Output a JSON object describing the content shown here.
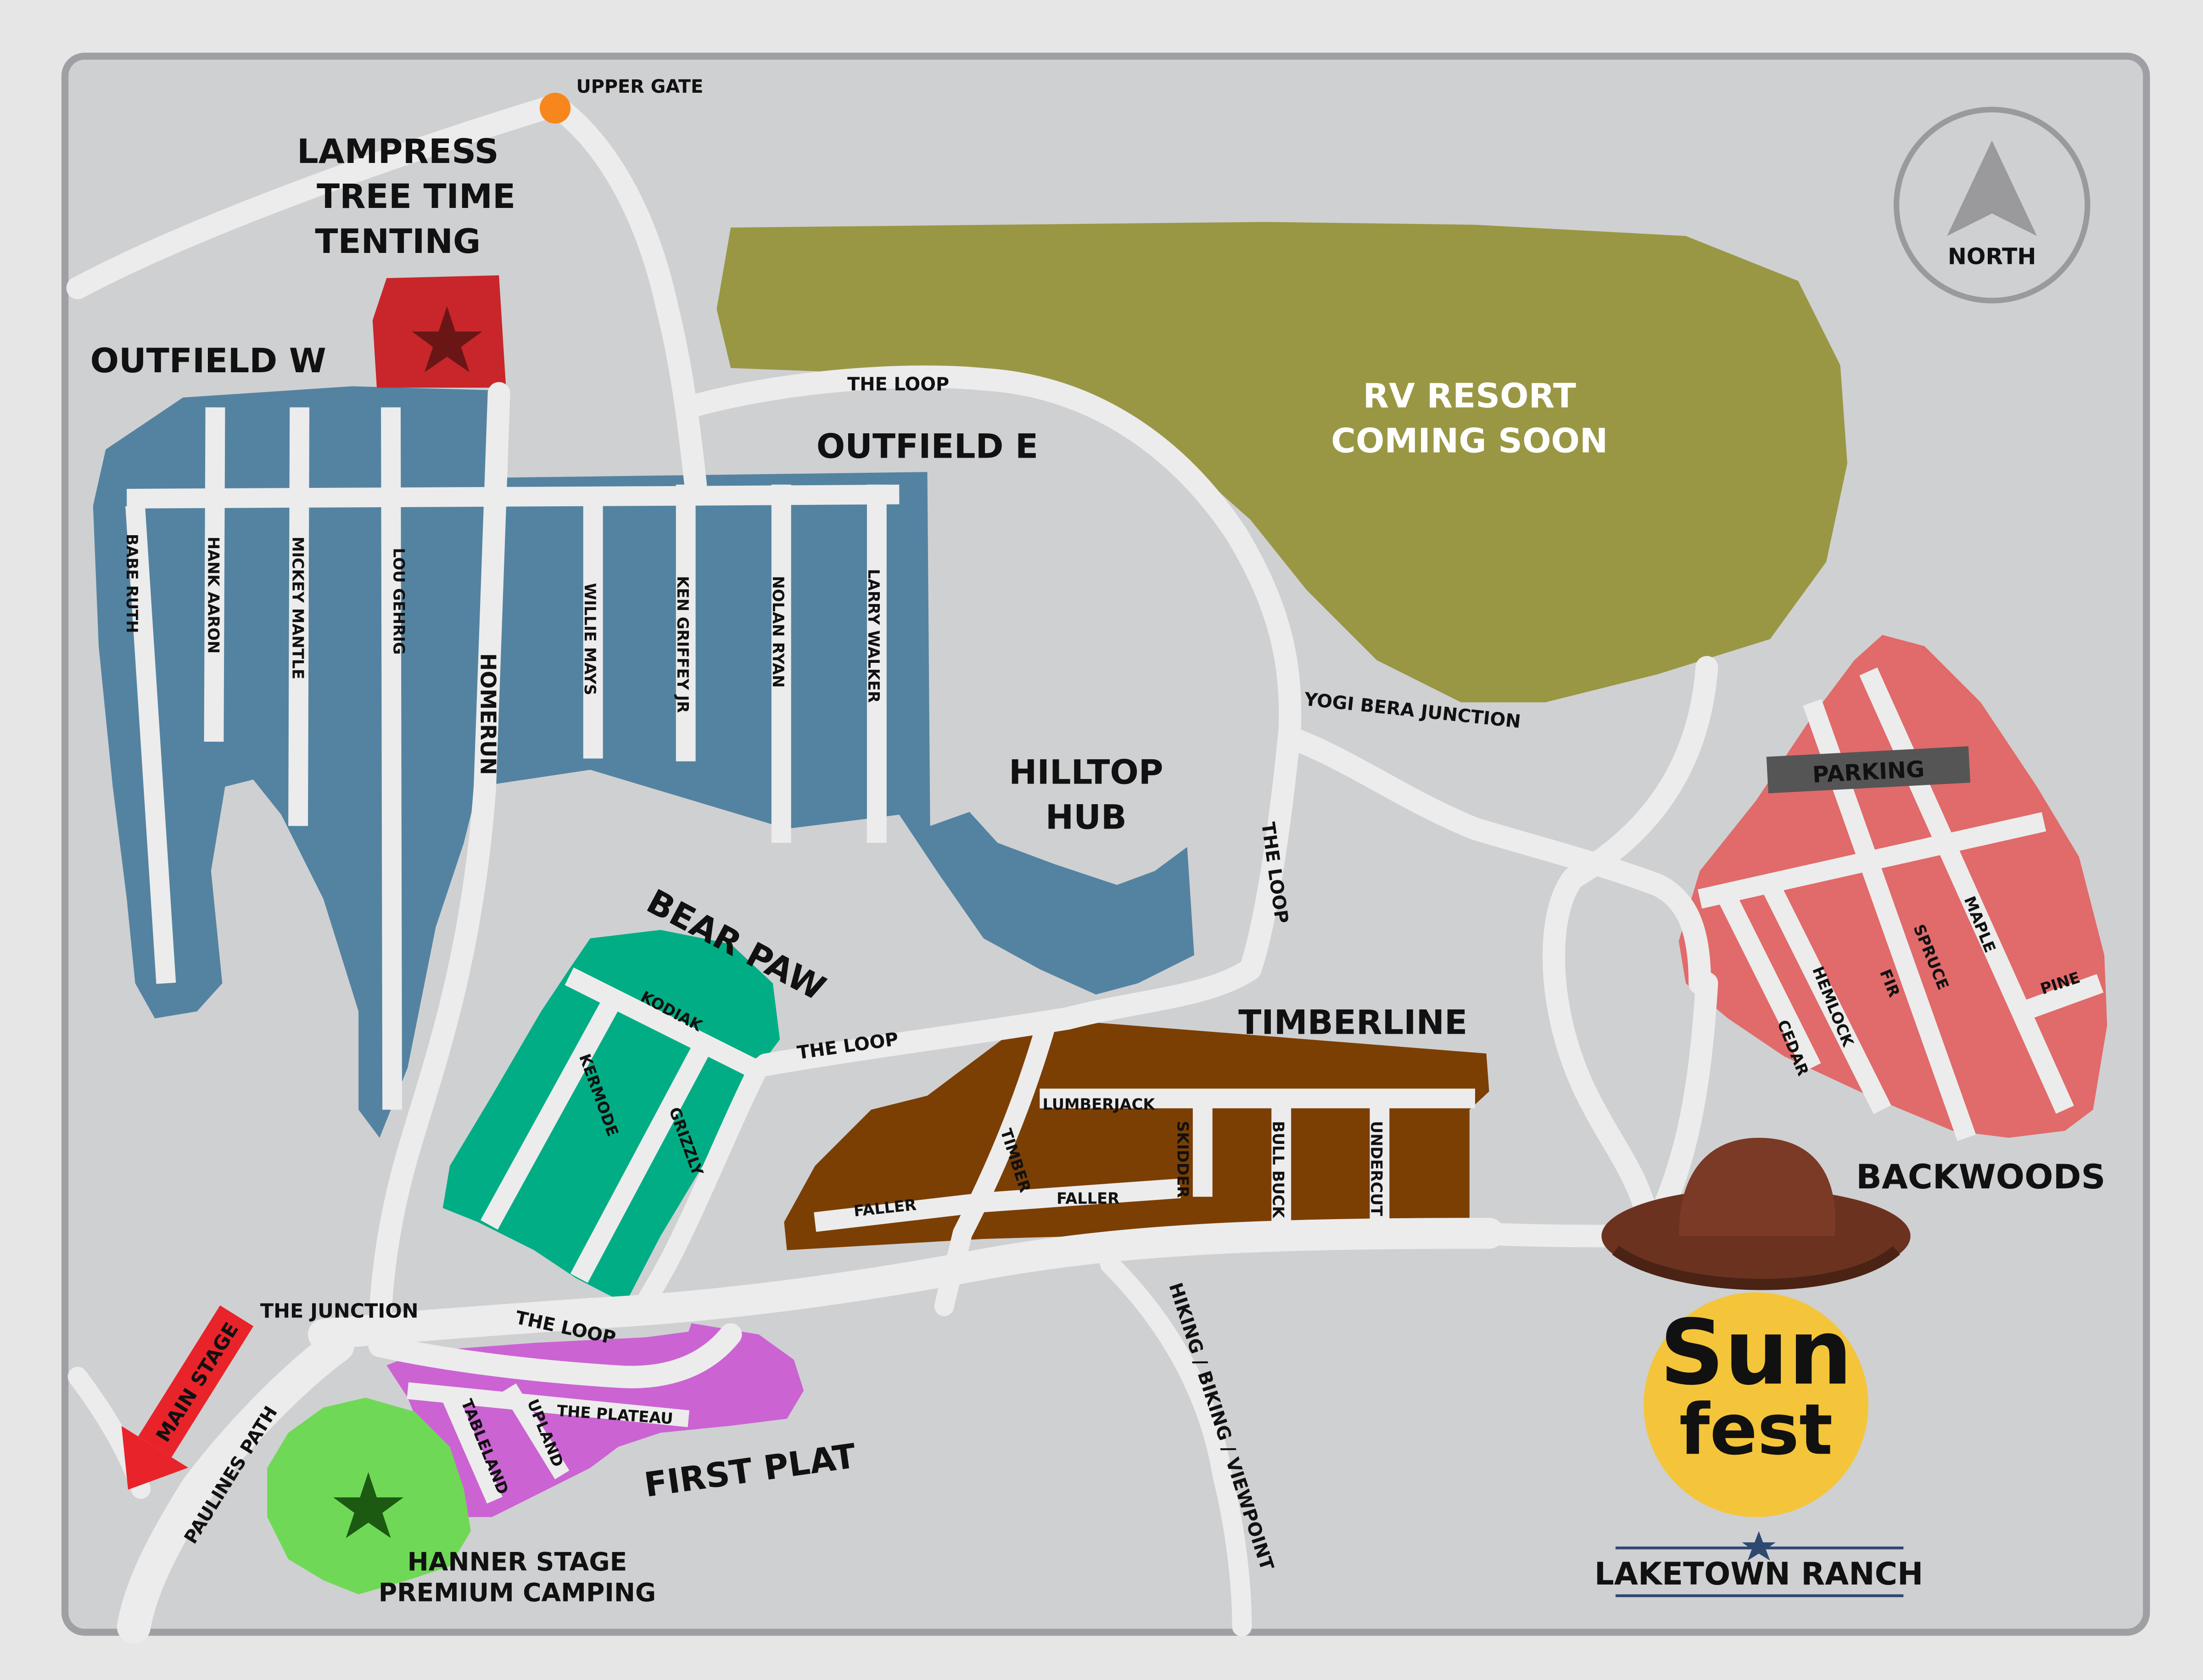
{
  "map": {
    "compass": {
      "label": "NORTH",
      "icon": "north-arrow-icon"
    },
    "zones": {
      "lampress": [
        "LAMPRESS",
        "TREE TIME",
        "TENTING"
      ],
      "outfield_w": "OUTFIELD W",
      "outfield_e": "OUTFIELD E",
      "rv_resort": [
        "RV RESORT",
        "COMING SOON"
      ],
      "hilltop_hub": [
        "HILLTOP",
        "HUB"
      ],
      "bear_paw": "BEAR PAW",
      "timberline": "TIMBERLINE",
      "backwoods": "BACKWOODS",
      "first_plat": "FIRST PLAT",
      "hanner": [
        "HANNER STAGE",
        "PREMIUM CAMPING"
      ],
      "parking": "PARKING"
    },
    "roads": {
      "upper_gate": "UPPER GATE",
      "the_loop": "THE LOOP",
      "yogi_bera_junction": "YOGI BERA JUNCTION",
      "the_junction": "THE JUNCTION",
      "main_stage": "MAIN STAGE",
      "paulines_path": "PAULINES PATH",
      "hiking": "HIKING / BIKING / VIEWPOINT"
    },
    "streets": {
      "babe_ruth": "BABE RUTH",
      "hank_aaron": "HANK AARON",
      "mickey_mantle": "MICKEY MANTLE",
      "lou_gehrig": "LOU GEHRIG",
      "homerun": "HOMERUN",
      "willie_mays": "WILLIE MAYS",
      "ken_griffey": "KEN GRIFFEY JR",
      "nolan_ryan": "NOLAN RYAN",
      "larry_walker": "LARRY WALKER",
      "kodiak": "KODIAK",
      "kermode": "KERMODE",
      "grizzly": "GRIZZLY",
      "lumberjack": "LUMBERJACK",
      "timber": "TIMBER",
      "faller": "FALLER",
      "skidder": "SKIDDER",
      "bull_buck": "BULL BUCK",
      "undercut": "UNDERCUT",
      "cedar": "CEDAR",
      "hemlock": "HEMLOCK",
      "fir": "FIR",
      "spruce": "SPRUCE",
      "maple": "MAPLE",
      "pine": "PINE",
      "tableland": "TABLELAND",
      "upland": "UPLAND",
      "the_plateau": "THE PLATEAU"
    },
    "logo": {
      "sun": "Sun",
      "fest": "fest",
      "ranch": "LAKETOWN RANCH"
    },
    "colors": {
      "outfield": "#5483a1",
      "lampress": "#c8262a",
      "rv": "#999744",
      "bearpaw": "#01ad84",
      "timberline": "#7b3f04",
      "backwoods": "#e16a6a",
      "firstplat": "#cb63d3",
      "hanner": "#6fd957",
      "gate": "#f7871d",
      "mainstage": "#e8242a"
    }
  }
}
